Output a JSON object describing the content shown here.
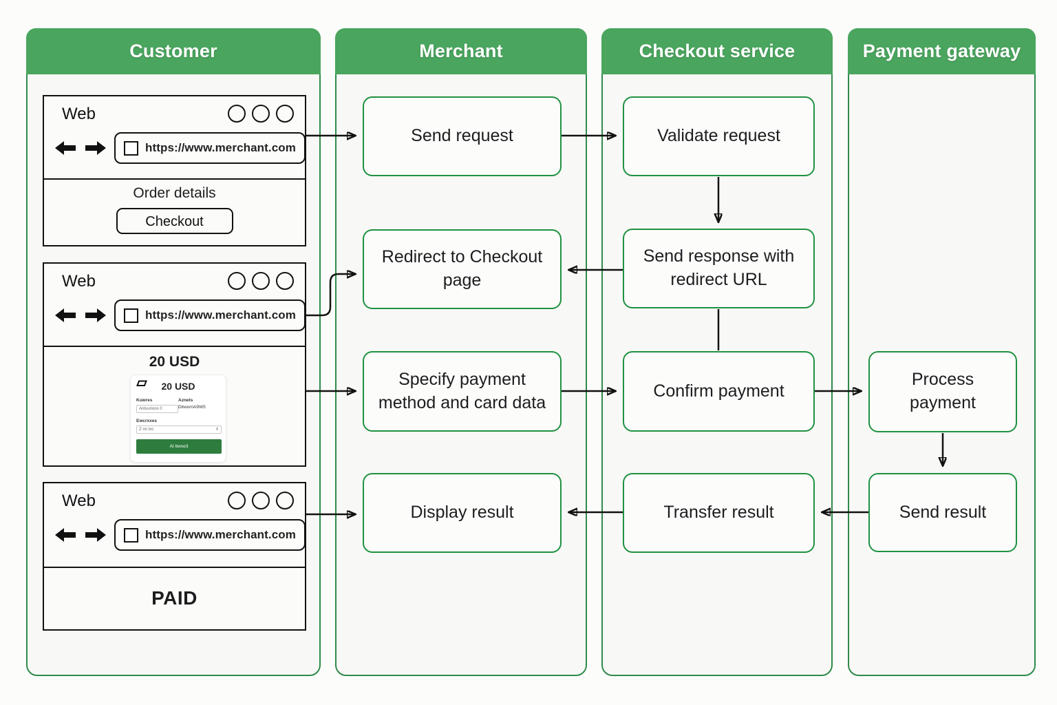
{
  "colors": {
    "lane_header_green": "#4aa55e",
    "lane_border_green": "#2e8b49",
    "box_border_green": "#1f9141",
    "pay_button_green": "#2e7d3e",
    "connector_black": "#111111"
  },
  "lanes": [
    {
      "title": "Customer"
    },
    {
      "title": "Merchant"
    },
    {
      "title": "Checkout service"
    },
    {
      "title": "Payment gateway"
    }
  ],
  "browsers": {
    "window_label": "Web",
    "url": "https://www.merchant.com",
    "first": {
      "content_title": "Order details",
      "button_label": "Checkout"
    },
    "second": {
      "amount_heading": "20 USD",
      "card": {
        "amount": "20 USD",
        "field1_label": "Kuwres",
        "field1_value": "Antuurioos 0",
        "field2_label": "Aznets",
        "field2_value": "DitworriA9W5",
        "field3_label": "Ewcrxxes",
        "field3_value": "Z on txc",
        "updown_icon": "⇕",
        "pay_button_label": "At bwse3"
      }
    },
    "third": {
      "content_title": "PAID"
    }
  },
  "boxes": {
    "send_request": "Send request",
    "validate_request": "Validate request",
    "redirect_checkout": "Redirect to Checkout page",
    "send_response": "Send response with redirect URL",
    "specify_payment": "Specify payment method and card data",
    "confirm_payment": "Confirm payment",
    "process_payment": "Process payment",
    "display_result": "Display result",
    "transfer_result": "Transfer result",
    "send_result": "Send result"
  },
  "connections": [
    {
      "from": "customer-browser-1",
      "to": "send-request"
    },
    {
      "from": "send-request",
      "to": "validate-request"
    },
    {
      "from": "validate-request",
      "to": "send-response-with-redirect-url"
    },
    {
      "from": "send-response-with-redirect-url",
      "to": "redirect-to-checkout-page"
    },
    {
      "from": "customer-browser-2",
      "to": "redirect-to-checkout-page"
    },
    {
      "from": "send-response-with-redirect-url",
      "to": "confirm-payment"
    },
    {
      "from": "customer-browser-2",
      "to": "specify-payment-method"
    },
    {
      "from": "specify-payment-method",
      "to": "confirm-payment"
    },
    {
      "from": "confirm-payment",
      "to": "process-payment"
    },
    {
      "from": "process-payment",
      "to": "send-result"
    },
    {
      "from": "send-result",
      "to": "transfer-result"
    },
    {
      "from": "transfer-result",
      "to": "display-result"
    },
    {
      "from": "customer-browser-3",
      "to": "display-result"
    }
  ]
}
